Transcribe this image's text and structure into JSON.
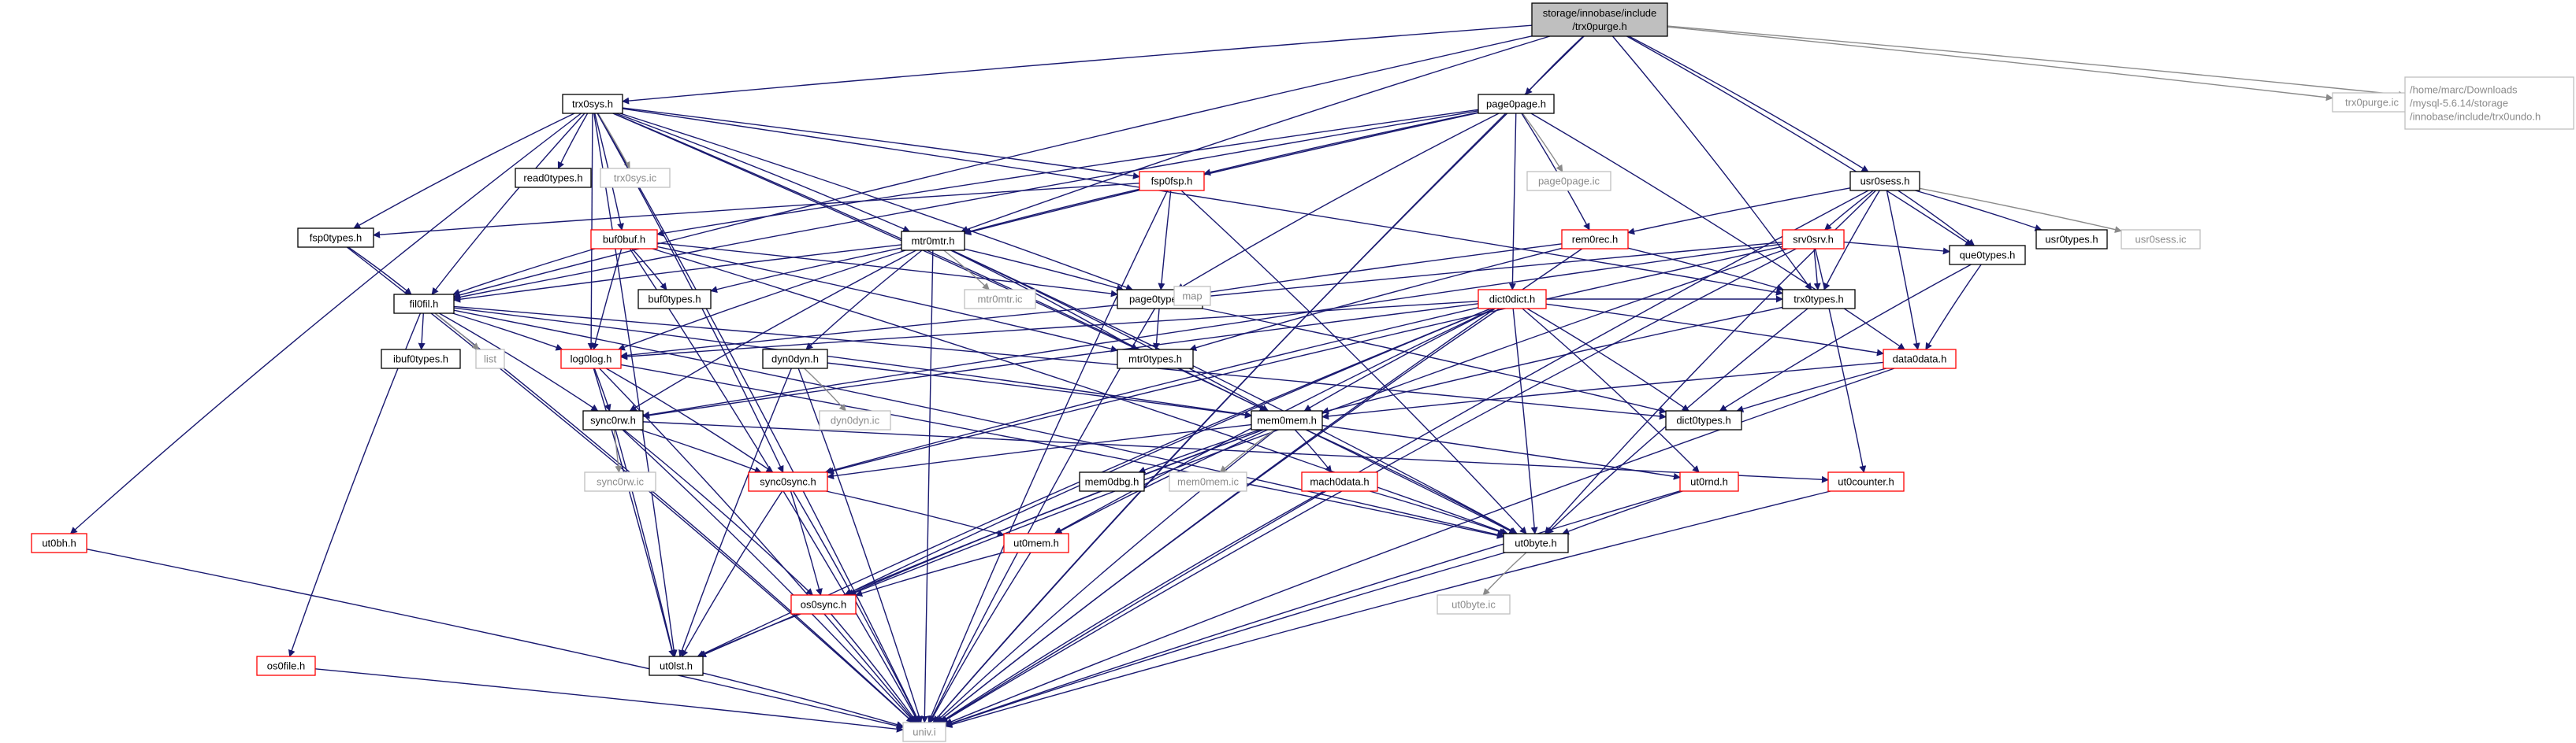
{
  "diagram": {
    "colors": {
      "edge": "#191970",
      "node_red_border": "#ff0000",
      "node_black_border": "#000000",
      "node_gray_border": "#bfbfbf",
      "root_fill": "#bfbfbf"
    },
    "nodes": [
      {
        "id": "root",
        "lines": [
          "storage/innobase/include",
          "/trx0purge.h"
        ],
        "style": "root"
      },
      {
        "id": "univ",
        "lines": [
          "univ.i"
        ],
        "style": "gray"
      },
      {
        "id": "trx0sys",
        "lines": [
          "trx0sys.h"
        ],
        "style": "black"
      },
      {
        "id": "page0page",
        "lines": [
          "page0page.h"
        ],
        "style": "black"
      },
      {
        "id": "usr0sess",
        "lines": [
          "usr0sess.h"
        ],
        "style": "black"
      },
      {
        "id": "que0types",
        "lines": [
          "que0types.h"
        ],
        "style": "black"
      },
      {
        "id": "trx0purge_ic",
        "lines": [
          "trx0purge.ic"
        ],
        "style": "gray"
      },
      {
        "id": "trx0undo",
        "lines": [
          "/home/marc/Downloads",
          "/mysql-5.6.14/storage",
          "/innobase/include/trx0undo.h"
        ],
        "style": "gray"
      },
      {
        "id": "ut0bh",
        "lines": [
          "ut0bh.h"
        ],
        "style": "red"
      },
      {
        "id": "fsp0types",
        "lines": [
          "fsp0types.h"
        ],
        "style": "black"
      },
      {
        "id": "read0types",
        "lines": [
          "read0types.h"
        ],
        "style": "black"
      },
      {
        "id": "trx0sys_ic",
        "lines": [
          "trx0sys.ic"
        ],
        "style": "gray"
      },
      {
        "id": "fsp0fsp",
        "lines": [
          "fsp0fsp.h"
        ],
        "style": "red"
      },
      {
        "id": "buf0buf",
        "lines": [
          "buf0buf.h"
        ],
        "style": "red"
      },
      {
        "id": "fil0fil",
        "lines": [
          "fil0fil.h"
        ],
        "style": "black"
      },
      {
        "id": "mtr0mtr",
        "lines": [
          "mtr0mtr.h"
        ],
        "style": "black"
      },
      {
        "id": "page0page_ic",
        "lines": [
          "page0page.ic"
        ],
        "style": "gray"
      },
      {
        "id": "rem0rec",
        "lines": [
          "rem0rec.h"
        ],
        "style": "red"
      },
      {
        "id": "srv0srv",
        "lines": [
          "srv0srv.h"
        ],
        "style": "red"
      },
      {
        "id": "usr0types",
        "lines": [
          "usr0types.h"
        ],
        "style": "black"
      },
      {
        "id": "usr0sess_ic",
        "lines": [
          "usr0sess.ic"
        ],
        "style": "gray"
      },
      {
        "id": "buf0types",
        "lines": [
          "buf0types.h"
        ],
        "style": "black"
      },
      {
        "id": "mtr0mtr_ic",
        "lines": [
          "mtr0mtr.ic"
        ],
        "style": "gray"
      },
      {
        "id": "page0types",
        "lines": [
          "page0types.h"
        ],
        "style": "black"
      },
      {
        "id": "dict0dict",
        "lines": [
          "dict0dict.h"
        ],
        "style": "red"
      },
      {
        "id": "ibuf0types",
        "lines": [
          "ibuf0types.h"
        ],
        "style": "black"
      },
      {
        "id": "list",
        "lines": [
          "list"
        ],
        "style": "gray"
      },
      {
        "id": "log0log",
        "lines": [
          "log0log.h"
        ],
        "style": "red"
      },
      {
        "id": "dyn0dyn",
        "lines": [
          "dyn0dyn.h"
        ],
        "style": "black"
      },
      {
        "id": "mtr0types",
        "lines": [
          "mtr0types.h"
        ],
        "style": "black"
      },
      {
        "id": "map",
        "lines": [
          "map"
        ],
        "style": "gray"
      },
      {
        "id": "trx0types",
        "lines": [
          "trx0types.h"
        ],
        "style": "black"
      },
      {
        "id": "data0data",
        "lines": [
          "data0data.h"
        ],
        "style": "red"
      },
      {
        "id": "dyn0dyn_ic",
        "lines": [
          "dyn0dyn.ic"
        ],
        "style": "gray"
      },
      {
        "id": "sync0rw",
        "lines": [
          "sync0rw.h"
        ],
        "style": "black"
      },
      {
        "id": "mem0mem",
        "lines": [
          "mem0mem.h"
        ],
        "style": "black"
      },
      {
        "id": "dict0types",
        "lines": [
          "dict0types.h"
        ],
        "style": "black"
      },
      {
        "id": "sync0rw_ic",
        "lines": [
          "sync0rw.ic"
        ],
        "style": "gray"
      },
      {
        "id": "sync0sync",
        "lines": [
          "sync0sync.h"
        ],
        "style": "red"
      },
      {
        "id": "mem0dbg",
        "lines": [
          "mem0dbg.h"
        ],
        "style": "black"
      },
      {
        "id": "mem0mem_ic",
        "lines": [
          "mem0mem.ic"
        ],
        "style": "gray"
      },
      {
        "id": "mach0data",
        "lines": [
          "mach0data.h"
        ],
        "style": "red"
      },
      {
        "id": "ut0rnd",
        "lines": [
          "ut0rnd.h"
        ],
        "style": "red"
      },
      {
        "id": "ut0counter",
        "lines": [
          "ut0counter.h"
        ],
        "style": "red"
      },
      {
        "id": "ut0mem",
        "lines": [
          "ut0mem.h"
        ],
        "style": "red"
      },
      {
        "id": "ut0byte",
        "lines": [
          "ut0byte.h"
        ],
        "style": "black"
      },
      {
        "id": "os0sync",
        "lines": [
          "os0sync.h"
        ],
        "style": "red"
      },
      {
        "id": "ut0byte_ic",
        "lines": [
          "ut0byte.ic"
        ],
        "style": "gray"
      },
      {
        "id": "os0file",
        "lines": [
          "os0file.h"
        ],
        "style": "red"
      },
      {
        "id": "ut0lst",
        "lines": [
          "ut0lst.h"
        ],
        "style": "black"
      }
    ]
  }
}
